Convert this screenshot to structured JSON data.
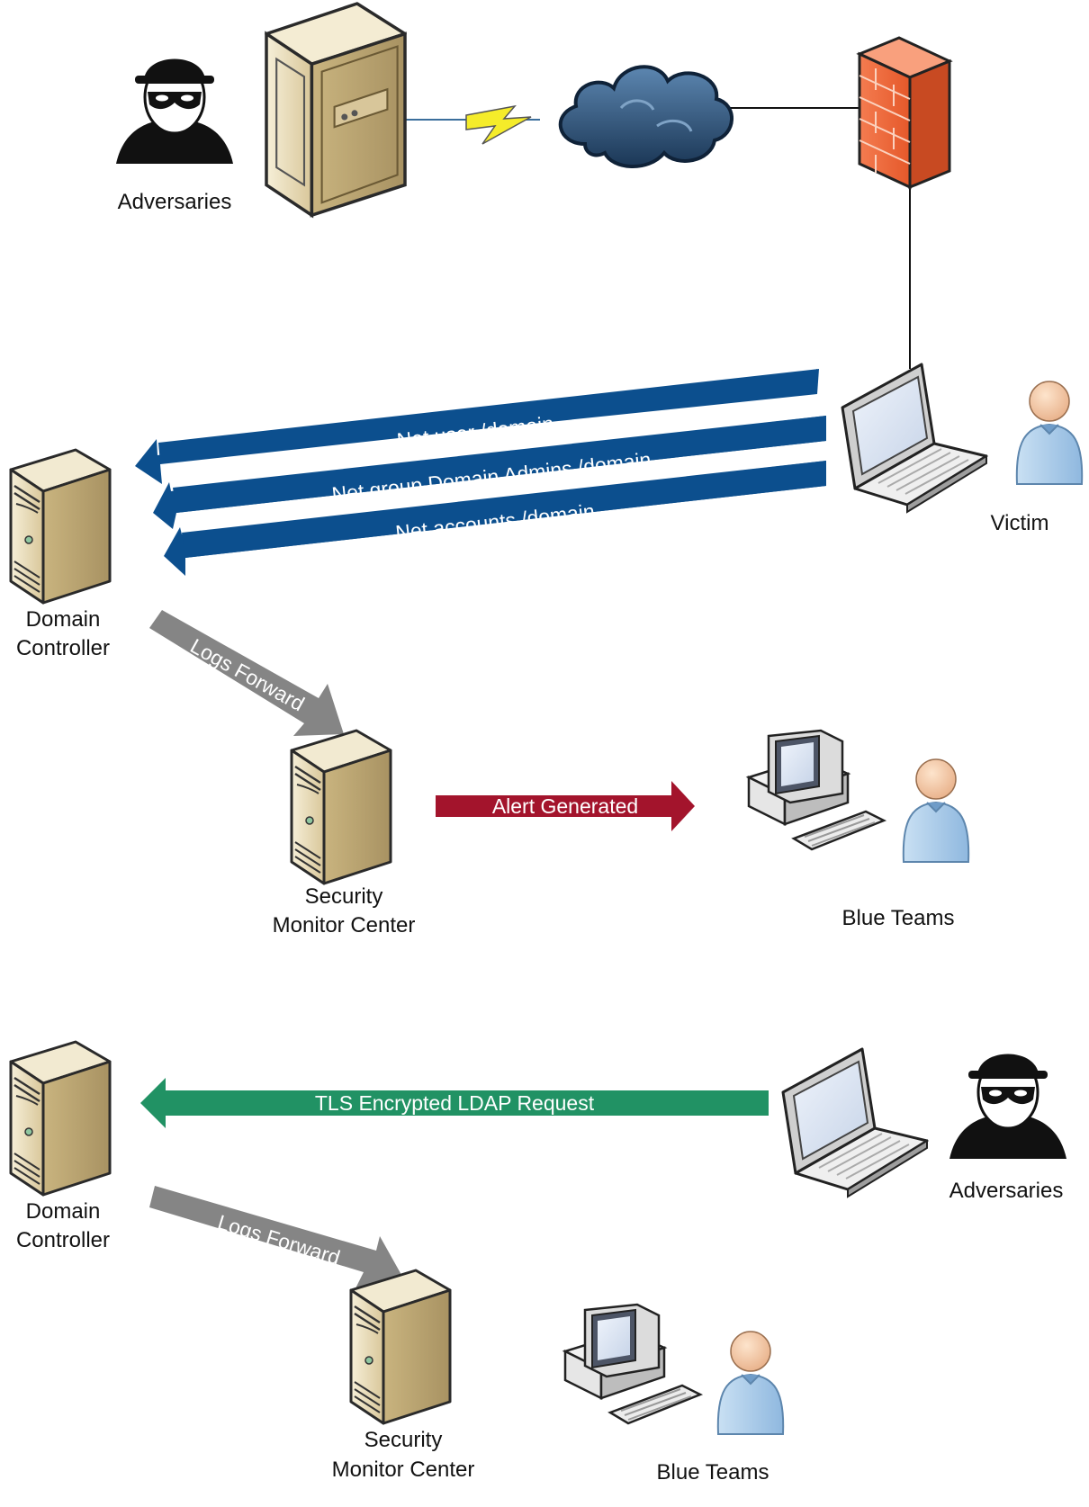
{
  "colors": {
    "net_arrow": "#0c4f8e",
    "logs_arrow": "#858585",
    "alert_arrow": "#a3142c",
    "tls_arrow": "#219264",
    "firewall": "#ee6a3c",
    "cloud": "#2d5379",
    "lightning": "#f5ec2a",
    "server_body": "#e9dcb6",
    "person_body": "#a8cbe8",
    "person_head": "#f3c6a0"
  },
  "scene1": {
    "adversaries_label": "Adversaries",
    "victim_label": "Victim",
    "commands": [
      "Net user /domain",
      "Net group Domain Admins /domain",
      "Net accounts /domain"
    ],
    "dc_label": [
      "Domain",
      "Controller"
    ],
    "logs_label": "Logs Forward",
    "smc_label": [
      "Security",
      "Monitor Center"
    ],
    "alert_label": "Alert Generated",
    "blue_label": "Blue Teams",
    "icons": [
      "hacker-icon",
      "attacker-server-icon",
      "lightning-icon",
      "cloud-icon",
      "firewall-icon",
      "laptop-icon",
      "user-icon",
      "server-icon",
      "workstation-icon"
    ]
  },
  "scene2": {
    "tls_label": "TLS Encrypted LDAP Request",
    "adversaries_label": "Adversaries",
    "dc_label": [
      "Domain",
      "Controller"
    ],
    "logs_label": "Logs Forward",
    "smc_label": [
      "Security",
      "Monitor Center"
    ],
    "blue_label": "Blue Teams"
  }
}
